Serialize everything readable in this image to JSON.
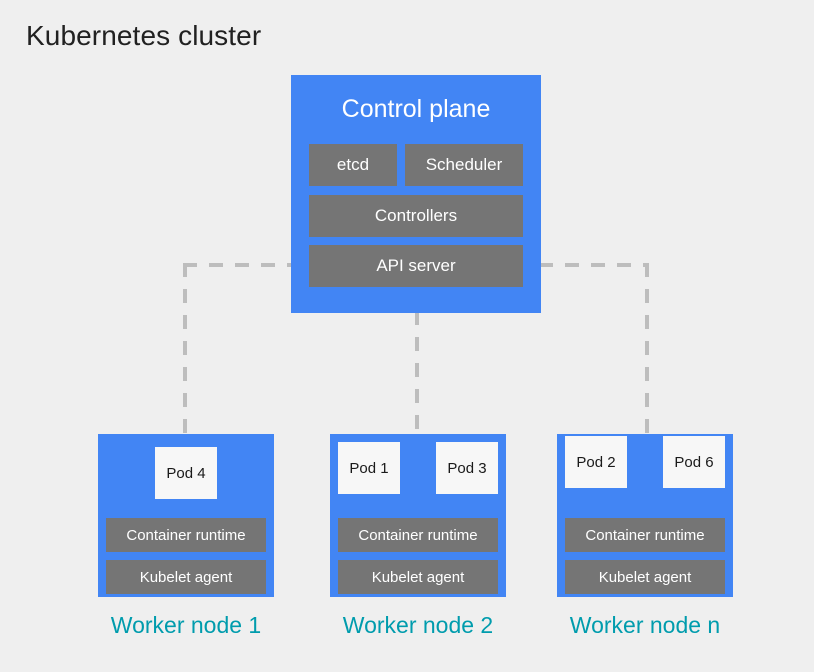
{
  "title": "Kubernetes cluster",
  "colors": {
    "background": "#EFEFEF",
    "node_blue": "#4285F4",
    "component_gray": "#757575",
    "pod_white": "#F7F7F7",
    "label_teal": "#009CAD",
    "connector_gray": "#BDBDBD",
    "title_text": "#212121"
  },
  "control_plane": {
    "title": "Control plane",
    "components": [
      {
        "label": "etcd"
      },
      {
        "label": "Scheduler"
      },
      {
        "label": "Controllers"
      },
      {
        "label": "API server"
      }
    ]
  },
  "worker_nodes": [
    {
      "label": "Worker node 1",
      "pods": [
        {
          "label": "Pod 4"
        }
      ],
      "runtime": "Container runtime",
      "kubelet": "Kubelet agent"
    },
    {
      "label": "Worker node 2",
      "pods": [
        {
          "label": "Pod 1"
        },
        {
          "label": "Pod 3"
        }
      ],
      "runtime": "Container runtime",
      "kubelet": "Kubelet agent"
    },
    {
      "label": "Worker node n",
      "pods": [
        {
          "label": "Pod 2"
        },
        {
          "label": "Pod 6"
        }
      ],
      "runtime": "Container runtime",
      "kubelet": "Kubelet agent"
    }
  ]
}
